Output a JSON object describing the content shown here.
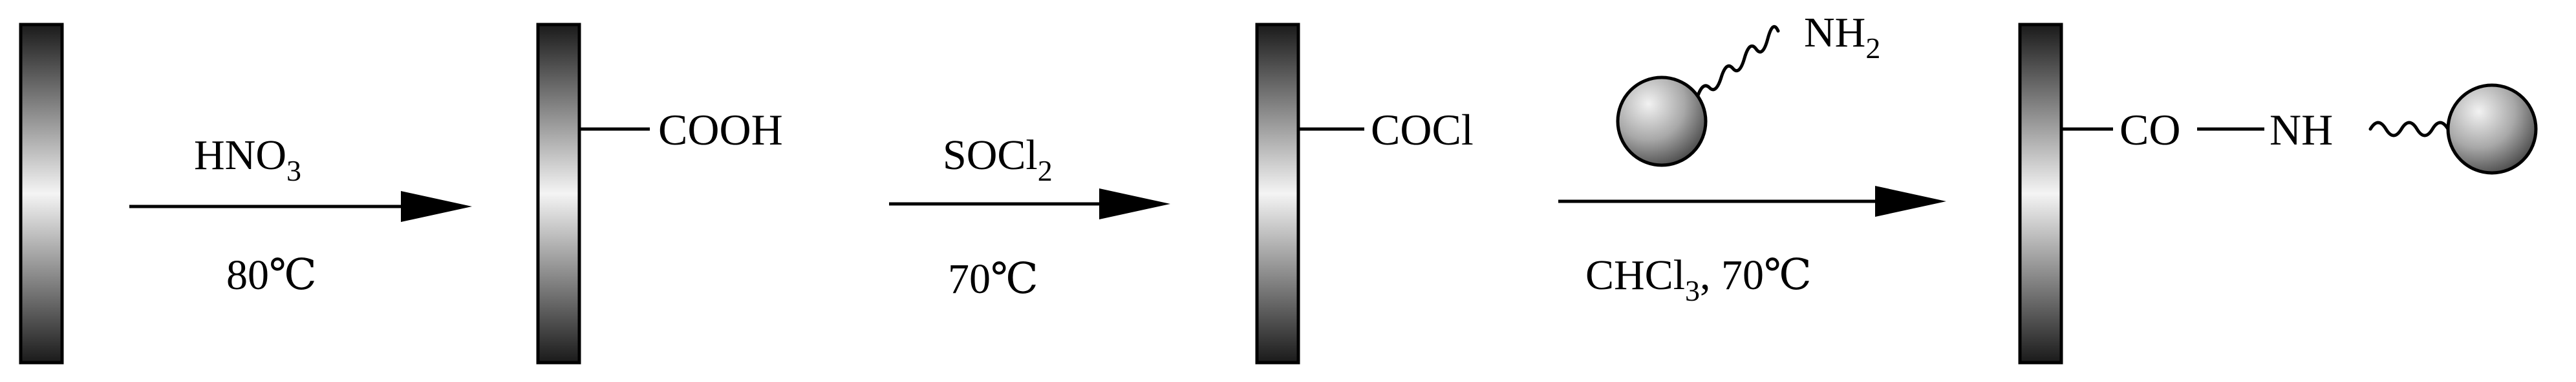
{
  "colors": {
    "ink": "#000000",
    "plate_dark": "#1a1a1a",
    "plate_light": "#f4f4f4",
    "sphere_light": "#f2f2f2",
    "sphere_dark": "#4a4a4a"
  },
  "steps": [
    {
      "reagent_main": "HNO",
      "reagent_sub": "3",
      "condition": "80℃"
    },
    {
      "reagent_main": "SOCl",
      "reagent_sub": "2",
      "condition": "70℃"
    },
    {
      "reagent_amine_main": "NH",
      "reagent_amine_sub": "2",
      "condition_main": "CHCl",
      "condition_sub": "3",
      "condition_tail": ", 70℃"
    }
  ],
  "stages": [
    {
      "group": ""
    },
    {
      "group": "COOH"
    },
    {
      "group": "COCl"
    },
    {
      "group_left": "CO",
      "group_right": "NH"
    }
  ],
  "icons": {
    "plate": "gradient-plate-icon",
    "sphere": "sphere-icon",
    "arrow": "reaction-arrow-icon",
    "linker": "wavy-linker-icon"
  }
}
